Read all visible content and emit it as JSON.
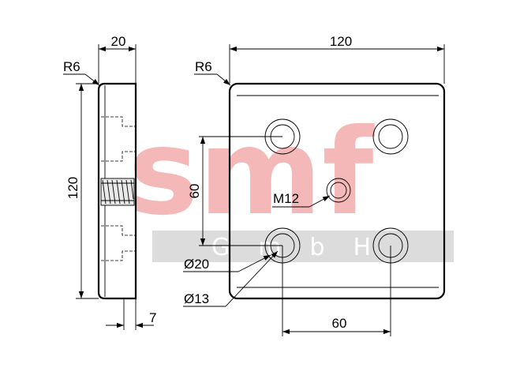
{
  "watermark": {
    "logo_text": "smf",
    "sub_text": "GmbH",
    "logo_color": "#f4b8b8",
    "band_color": "#dcdcdc"
  },
  "dimensions": {
    "side_width": "20",
    "side_height": "120",
    "side_radius": "R6",
    "side_bottom": "7",
    "front_width": "120",
    "front_radius": "R6",
    "hole_spacing_vertical": "60",
    "hole_spacing_horizontal": "60",
    "thread": "M12",
    "counterbore_diameter": "Ø20",
    "hole_diameter": "Ø13"
  }
}
